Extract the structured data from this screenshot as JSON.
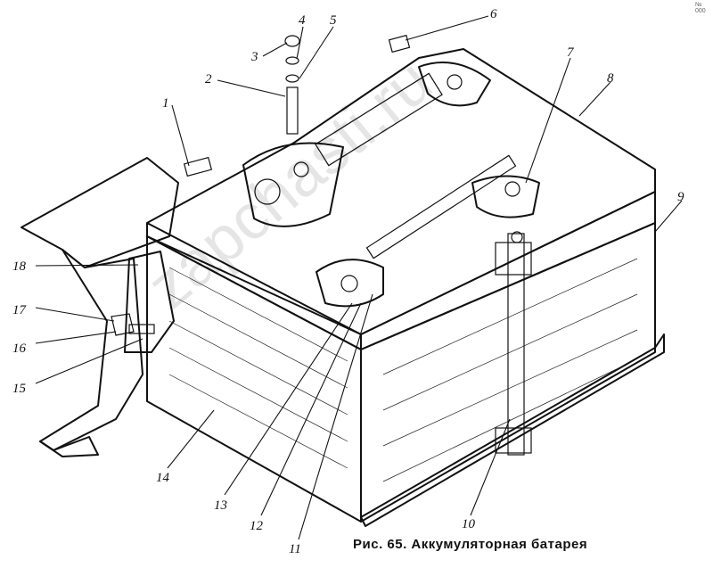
{
  "figure": {
    "caption": "Рис. 65. Аккумуляторная батарея",
    "corner_mark": "№ 000",
    "watermark": "zapchasti.ru",
    "callouts": [
      "1",
      "2",
      "3",
      "4",
      "5",
      "6",
      "7",
      "8",
      "9",
      "10",
      "11",
      "12",
      "13",
      "14",
      "15",
      "16",
      "17",
      "18"
    ]
  }
}
